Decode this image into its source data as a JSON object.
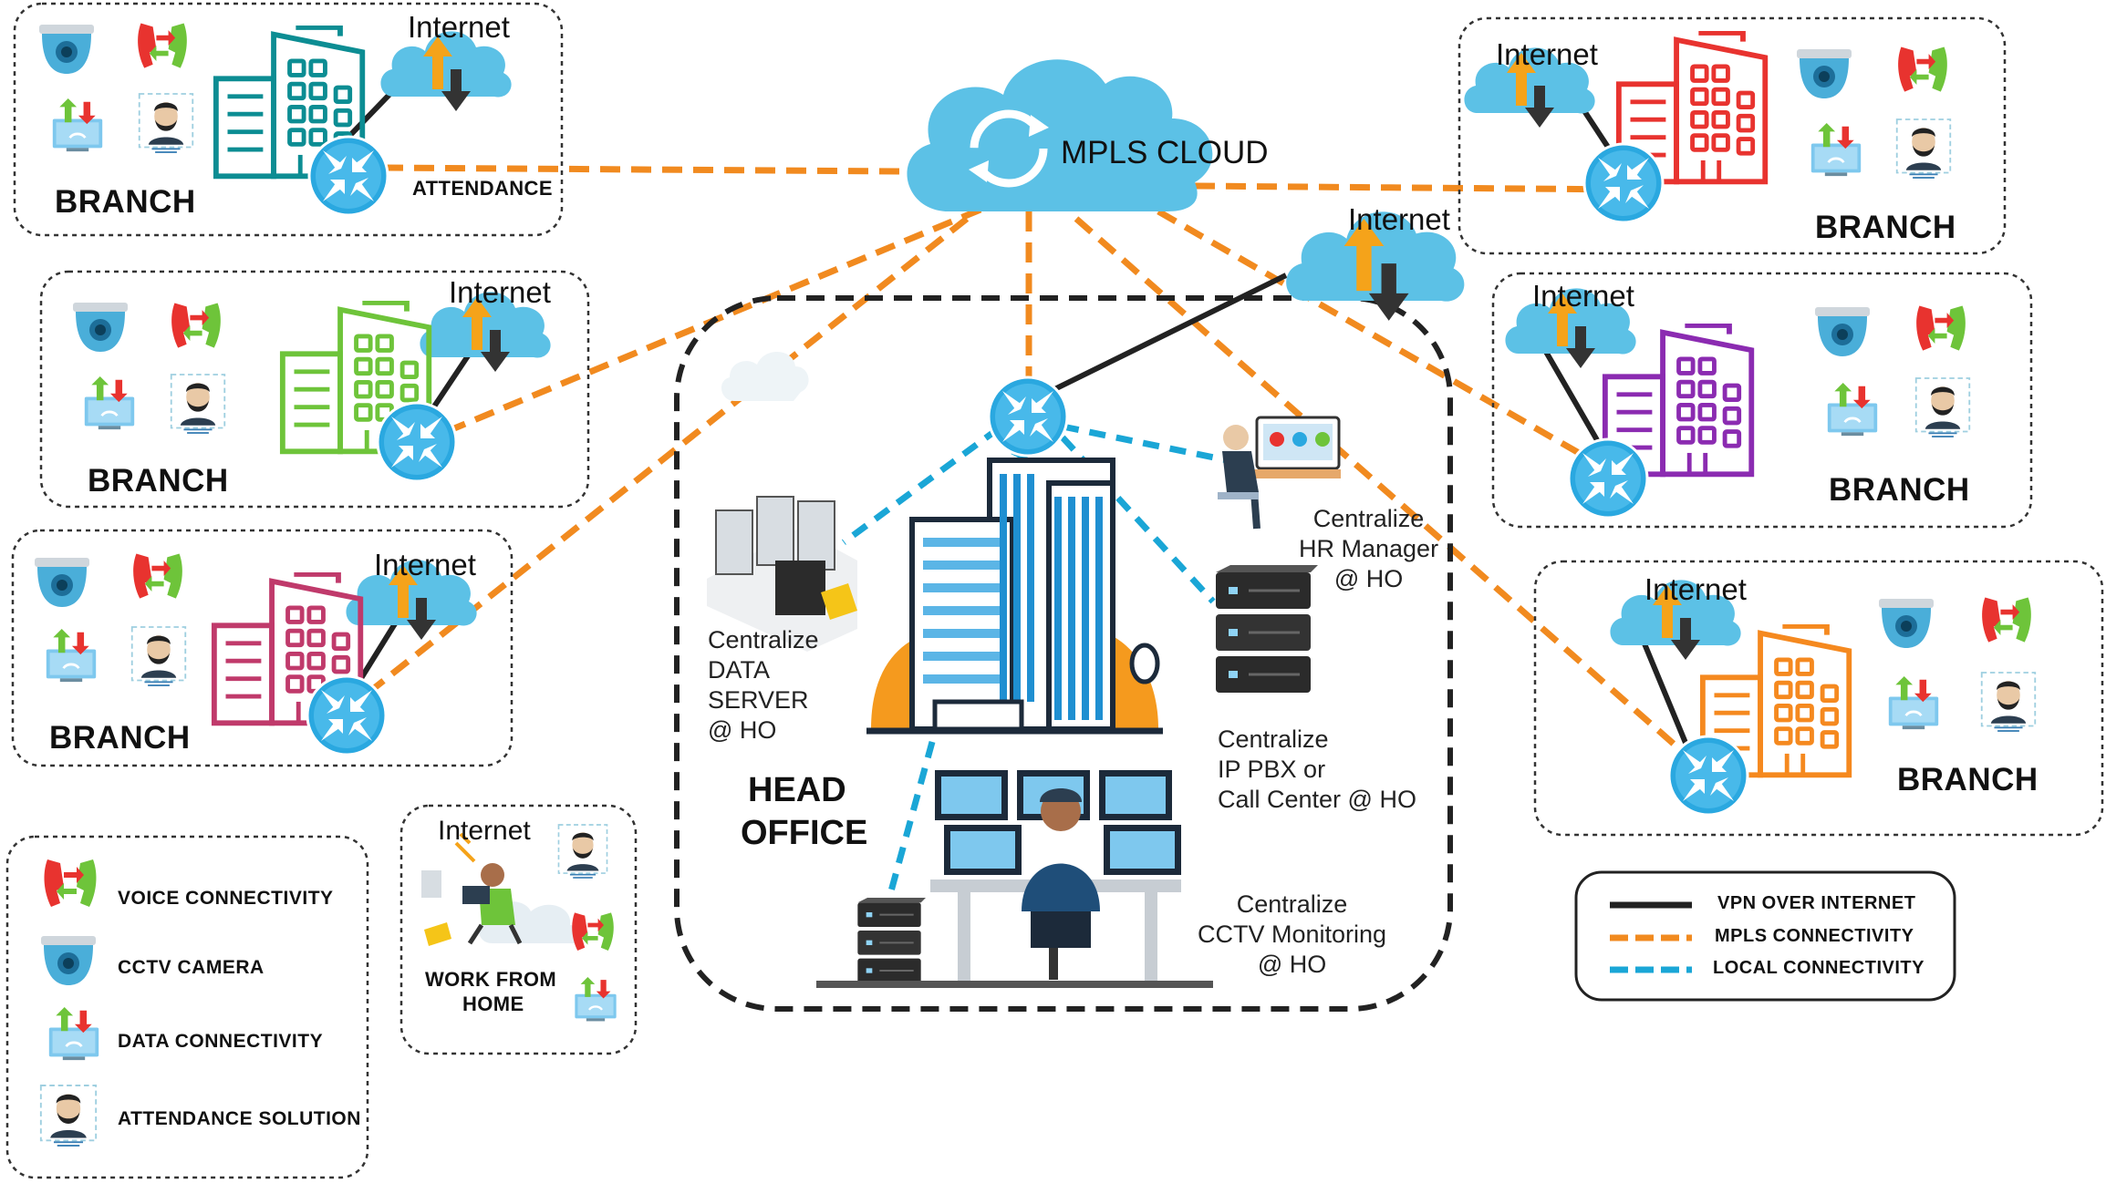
{
  "cloud": {
    "label": "MPLS CLOUD"
  },
  "internet_label": "Internet",
  "branch_label": "BRANCH",
  "attendance_label": "ATTENDANCE",
  "head_office": {
    "title_line1": "HEAD",
    "title_line2": "OFFICE"
  },
  "services": {
    "data_server": "Centralize\nDATA\nSERVER\n@ HO",
    "hr_manager": "Centralize\nHR Manager\n@ HO",
    "ip_pbx": "Centralize\nIP PBX or\nCall Center @ HO",
    "cctv": "Centralize\nCCTV Monitoring\n@ HO"
  },
  "wfh": {
    "line1": "WORK FROM",
    "line2": "HOME"
  },
  "legend_icons": {
    "voice": "VOICE CONNECTIVITY",
    "cctv": "CCTV CAMERA",
    "data": "DATA CONNECTIVITY",
    "attendance": "ATTENDANCE SOLUTION"
  },
  "legend_lines": {
    "vpn": "VPN OVER INTERNET",
    "mpls": "MPLS CONNECTIVITY",
    "local": "LOCAL CONNECTIVITY"
  },
  "colors": {
    "mpls": "#f18a1f",
    "vpn": "#222222",
    "local": "#1aa6d6",
    "cloud": "#5cc1e6",
    "router": "#2aa8e0",
    "building_teal": "#0c8d93",
    "building_red": "#e8332f",
    "building_green": "#6ec43a",
    "building_purple": "#8b2bb1",
    "building_rose": "#c03a6b",
    "building_orange": "#f5891f",
    "headoffice_blue": "#1f8fd1"
  }
}
